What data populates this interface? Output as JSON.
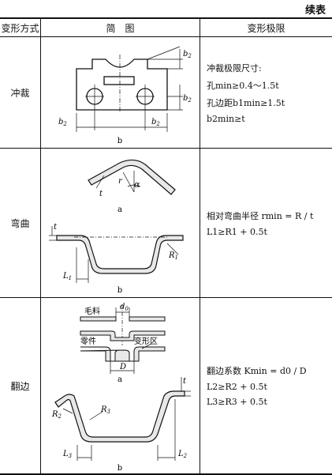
{
  "continued": "续表",
  "headers": [
    "变形方式",
    "简　图",
    "变形极限"
  ],
  "rows": [
    {
      "mode": "冲裁",
      "figure_caption": "b",
      "figure_labels": {
        "b2_top": "b",
        "b2_side": "b",
        "b2_left": "b",
        "b2_right": "b",
        "sub2": "2"
      },
      "limits": [
        "冲裁极限尺寸:",
        "孔min≥0.4～1.5t",
        "孔边距b1min≥1.5t",
        "b2min≥t"
      ]
    },
    {
      "mode": "弯曲",
      "figure_caption_a": "a",
      "figure_caption_b": "b",
      "figure_labels": {
        "alpha": "α",
        "r": "r",
        "t": "t",
        "R1": "R",
        "L1": "L",
        "sub1": "1"
      },
      "limits": [
        "相对弯曲半径 rmin = R / t",
        "L1≥R1 + 0.5t"
      ]
    },
    {
      "mode": "翻边",
      "figure_caption_a": "a",
      "figure_caption_b": "b",
      "figure_labels": {
        "blank": "毛料",
        "part": "零件",
        "zone": "变形区",
        "d0": "d",
        "sub0": "0",
        "D": "D",
        "t": "t",
        "R2": "R",
        "R3": "R",
        "L2": "L",
        "L3": "L",
        "sub2": "2",
        "sub3": "3"
      },
      "limits": [
        "翻边系数 Kmin = d0 / D",
        "L2≥R2 + 0.5t",
        "L3≥R3 + 0.5t"
      ]
    }
  ]
}
